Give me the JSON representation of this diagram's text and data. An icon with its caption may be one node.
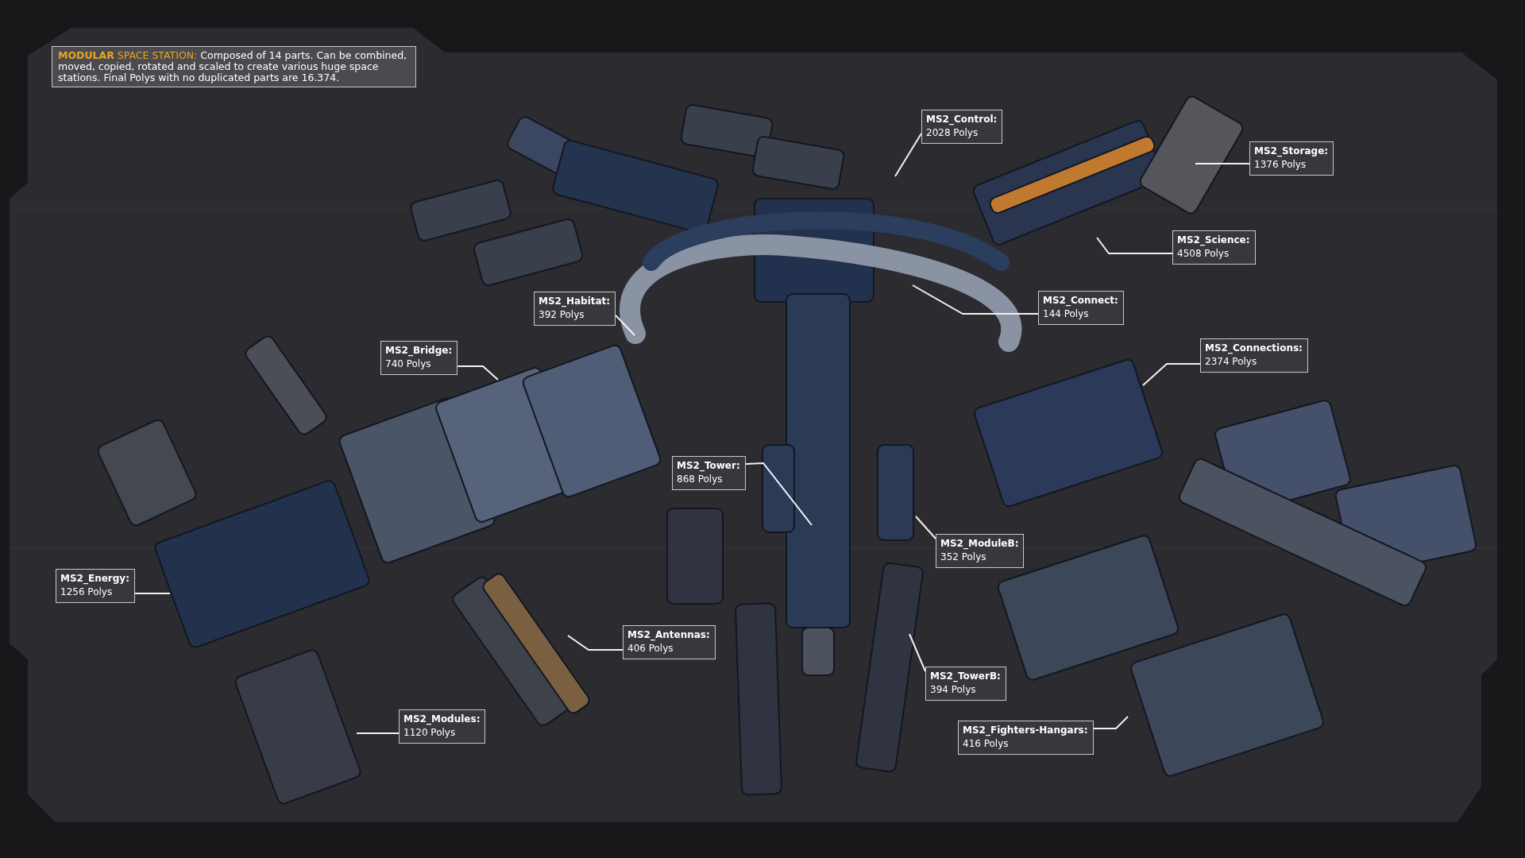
{
  "diagram": {
    "nodes": [
      {
        "text": [
          "**MODULAR** SPACE STATION:",
          "Composed of 14 parts. Can be combined, moved, copied, rotated and scaled to create various huge space stations. Final Polys with no duplicated parts are 16.374."
        ]
      },
      {
        "text": [
          "MS2_Control:",
          "2028 Polys"
        ]
      },
      {
        "text": [
          "MS2_Storage:",
          "1376 Polys"
        ]
      },
      {
        "text": [
          "MS2_Science:",
          "4508 Polys"
        ]
      },
      {
        "text": [
          "MS2_Connect:",
          "144 Polys"
        ]
      },
      {
        "text": [
          "MS2_Habitat:",
          "392 Polys"
        ]
      },
      {
        "text": [
          "MS2_Connections:",
          "2374 Polys"
        ]
      },
      {
        "text": [
          "MS2_Bridge:",
          "740 Polys"
        ]
      },
      {
        "text": [
          "MS2_Tower:",
          "868 Polys"
        ]
      },
      {
        "text": [
          "MS2_ModuleB:",
          "352 Polys"
        ]
      },
      {
        "text": [
          "MS2_Energy:",
          "1256 Polys"
        ]
      },
      {
        "text": [
          "MS2_Antennas:",
          "406 Polys"
        ]
      },
      {
        "text": [
          "MS2_TowerB:",
          "394 Polys"
        ]
      },
      {
        "text": [
          "MS2_Modules:",
          "1120 Polys"
        ]
      },
      {
        "text": [
          "MS2_Fighters-Hangars:",
          "416 Polys"
        ]
      }
    ],
    "edges": [
      {
        "from": 1,
        "to": null,
        "arrow": "none"
      },
      {
        "from": 2,
        "to": null,
        "arrow": "none"
      },
      {
        "from": 3,
        "to": null,
        "arrow": "none"
      },
      {
        "from": 4,
        "to": null,
        "arrow": "none"
      },
      {
        "from": 5,
        "to": null,
        "arrow": "none"
      },
      {
        "from": 6,
        "to": null,
        "arrow": "none"
      },
      {
        "from": 7,
        "to": null,
        "arrow": "none"
      },
      {
        "from": 8,
        "to": null,
        "arrow": "none"
      },
      {
        "from": 9,
        "to": null,
        "arrow": "none"
      },
      {
        "from": 10,
        "to": null,
        "arrow": "none"
      },
      {
        "from": 11,
        "to": null,
        "arrow": "none"
      },
      {
        "from": 12,
        "to": null,
        "arrow": "none"
      },
      {
        "from": 13,
        "to": null,
        "arrow": "none"
      },
      {
        "from": 14,
        "to": null,
        "arrow": "none"
      }
    ]
  }
}
